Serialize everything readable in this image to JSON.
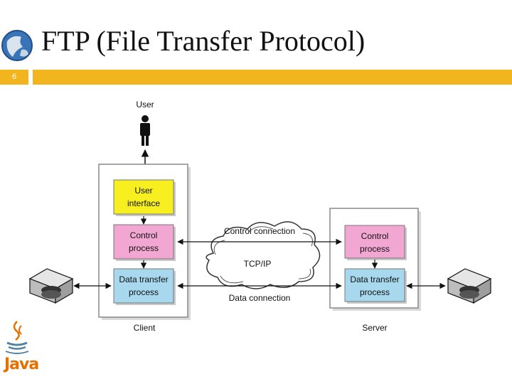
{
  "slide": {
    "title": "FTP (File Transfer Protocol)",
    "number": "6"
  },
  "diagram": {
    "user_label": "User",
    "client": {
      "label": "Client",
      "user_interface": [
        "User",
        "interface"
      ],
      "control_process": [
        "Control",
        "process"
      ],
      "data_transfer_process": [
        "Data transfer",
        "process"
      ]
    },
    "server": {
      "label": "Server",
      "control_process": [
        "Control",
        "process"
      ],
      "data_transfer_process": [
        "Data transfer",
        "process"
      ]
    },
    "network": {
      "cloud_label": "TCP/IP",
      "control_connection": "Control connection",
      "data_connection": "Data connection"
    }
  },
  "colors": {
    "accent_bar": "#f2b51e",
    "user_interface_fill": "#f7ef1f",
    "control_fill": "#f2a6d2",
    "data_fill": "#a7d8ee"
  },
  "logo_text": "Java"
}
